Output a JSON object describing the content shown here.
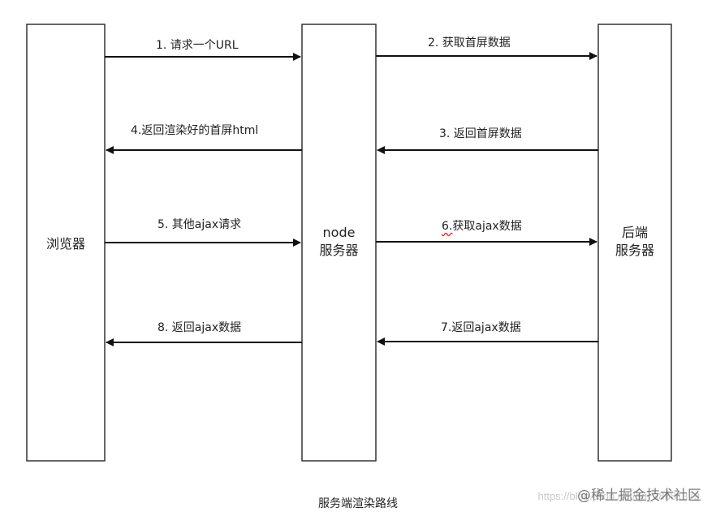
{
  "nodes": {
    "browser": "浏览器",
    "node_server_line1": "node",
    "node_server_line2": "服务器",
    "backend_line1": "后端",
    "backend_line2": "服务器"
  },
  "messages": [
    {
      "id": 1,
      "text": "1. 请求一个URL"
    },
    {
      "id": 2,
      "text": "2. 获取首屏数据"
    },
    {
      "id": 3,
      "text": "3. 返回首屏数据"
    },
    {
      "id": 4,
      "text": "4.返回渲染好的首屏html"
    },
    {
      "id": 5,
      "text": "5. 其他ajax请求"
    },
    {
      "id": 6,
      "prefix": "6.",
      "text": "获取ajax数据"
    },
    {
      "id": 7,
      "text": "7.返回ajax数据"
    },
    {
      "id": 8,
      "text": "8. 返回ajax数据"
    }
  ],
  "caption": "服务端渲染路线",
  "watermarks": {
    "csdn": "https://blog.csdn.net/qq_38681379",
    "juejin": "@稀土掘金技术社区"
  },
  "colors": {
    "line": "#111111",
    "box_border": "#333333",
    "text": "#222222"
  }
}
